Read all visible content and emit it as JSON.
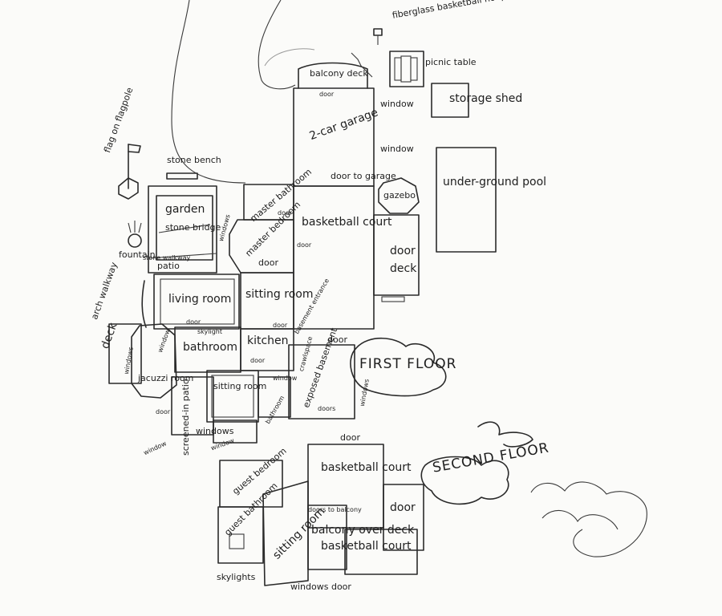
{
  "labels": {
    "flag": "flag on flagpole",
    "stone_bench": "stone bench",
    "garden": "garden",
    "stone_bridge": "stone bridge",
    "fountain": "fountain",
    "stone_walkway": "stone walkway",
    "patio_top": "patio",
    "arch_walkway": "arch walkway",
    "living_room": "living room",
    "deck": "deck",
    "windows_left": "windows",
    "jacuzzi": "jacuzzi room",
    "window_small": "window",
    "door_small": "door",
    "skylight": "skylight",
    "bathroom": "bathroom",
    "kitchen": "kitchen",
    "door_kitchen": "door",
    "door_right": "door",
    "basement_entrance": "basement entrance",
    "crawlspace": "crawlspace",
    "sitting_room_lower": "sitting room",
    "bathroom_lower": "bathroom",
    "exposed_basement": "exposed basement",
    "window_small2": "window",
    "doors": "doors",
    "windows_side": "windows",
    "screened": "screened-in patio",
    "windows_bottom": "windows",
    "window_bottom_left": "window",
    "window_bottom_mid": "window",
    "door_sc": "door",
    "master_bathroom": "master bathroom",
    "windows_mb": "windows",
    "master_bedroom": "master bedroom",
    "door_mb": "door",
    "door_mb2": "door",
    "sitting_room": "sitting room",
    "door_sr": "door",
    "basketball_court": "basketball court",
    "door_bc": "door",
    "garage": "2-car garage",
    "door_garage": "door",
    "door_to_garage": "door to garage",
    "window_garage": "window",
    "window_garage2": "window",
    "balcony_deck": "balcony deck",
    "hoop": "fiberglass basketball hoop",
    "picnic_table": "picnic table",
    "storage_shed": "storage shed",
    "gazebo": "gazebo",
    "pool": "under-ground pool",
    "door_deck": "door",
    "deck_right": "deck",
    "first_floor": "FIRST FLOOR",
    "second_floor": "SECOND FLOOR",
    "door_top2": "door",
    "guest_bedroom": "guest bedroom",
    "basketball_court2": "basketball court",
    "guest_bathroom": "guest bathroom",
    "sitting_room2": "sitting room",
    "doors_balcony": "doors to balcony",
    "balcony_over": "balcony over deck",
    "basketball_court3": "basketball court",
    "door_r2": "door",
    "skylights": "skylights",
    "windows_door": "windows door"
  }
}
